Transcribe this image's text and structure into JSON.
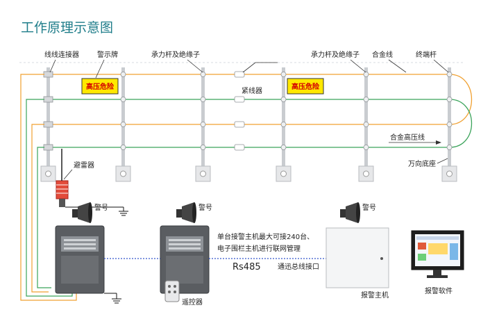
{
  "title": "工作原理示意图",
  "labels": {
    "connector": "线线连接器",
    "sign": "警示牌",
    "pole_insulator_1": "承力杆及绝缘子",
    "pole_insulator_2": "承力杆及绝缘子",
    "alloy_wire": "合金线",
    "end_pole": "终端杆",
    "tensioner": "紧线器",
    "hv_wire": "合金高压线",
    "base": "万向底座",
    "lightning": "避雷器",
    "horn_1": "警号",
    "horn_2": "警号",
    "horn_3": "警号",
    "remote": "遥控器",
    "rs485": "Rs485",
    "bus_port": "通迅总线接口",
    "network_line1": "单台接警主机最大可接240台、",
    "network_line2": "电子围栏主机进行联网管理",
    "alarm_host": "报警主机",
    "alarm_software": "报警软件"
  },
  "signs": [
    "高压危险",
    "高压危险"
  ],
  "colors": {
    "title": "#1f7d8a",
    "wire_orange": "#f0a030",
    "wire_green": "#3aa35a",
    "sign_bg": "#ffe800",
    "sign_text": "#d40000",
    "device": "#4a4c50"
  }
}
